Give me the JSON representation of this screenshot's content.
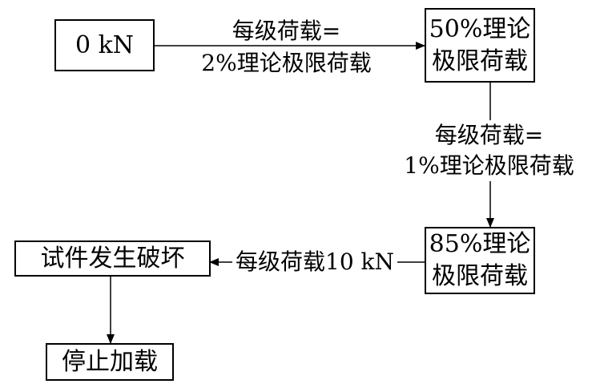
{
  "nodes": {
    "start": {
      "text": "0 kN"
    },
    "stage1": {
      "line1": "50%理论",
      "line2": "极限荷载"
    },
    "stage2": {
      "line1": "85%理论",
      "line2": "极限荷载"
    },
    "failure": {
      "text": "试件发生破坏"
    },
    "stop": {
      "text": "停止加载"
    }
  },
  "edges": {
    "start_to_stage1": {
      "line1": "每级荷载=",
      "line2": "2%理论极限荷载"
    },
    "stage1_to_stage2": {
      "line1": "每级荷载=",
      "line2": "1%理论极限荷载"
    },
    "stage2_to_failure": {
      "text": "每级荷载10 kN"
    }
  },
  "colors": {
    "stroke": "#000000",
    "background": "#ffffff"
  }
}
